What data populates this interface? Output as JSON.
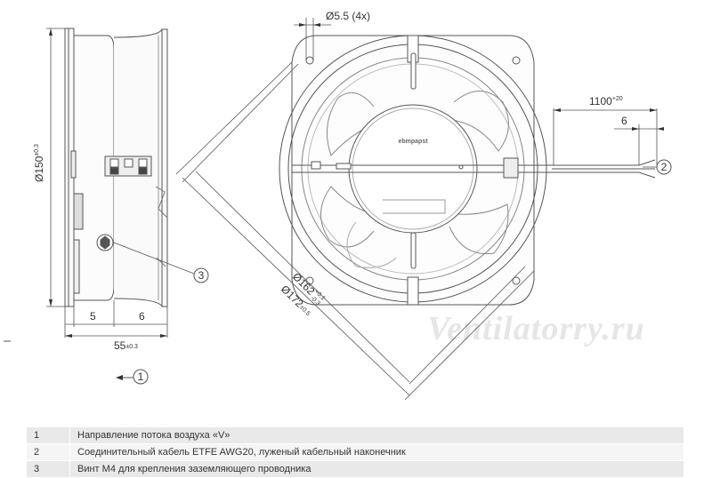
{
  "dimensions": {
    "dia150": "Ø150",
    "dia150_tol": "±0.3",
    "len5": "5",
    "len6": "6",
    "len55": "55",
    "len55_tol": "±0.3",
    "hole": "Ø5.5 (4x)",
    "cable": "1100",
    "cable_tol": "+20",
    "strip6": "6",
    "dia162": "Ø162",
    "dia162_tol_upper": "+0.1",
    "dia162_tol_lower": "-0.3",
    "dia172": "Ø172",
    "dia172_tol": "±0.5"
  },
  "callouts": {
    "c1": "1",
    "c2": "2",
    "c3": "3"
  },
  "hub_label": "ebmpapst",
  "watermark": "Ventilatorry.ru",
  "legend": [
    {
      "num": "1",
      "text": "Направление потока воздуха «V»"
    },
    {
      "num": "2",
      "text": "Соединительный кабель ETFE AWG20, луженый кабельный наконечник"
    },
    {
      "num": "3",
      "text": "Винт M4 для крепления заземляющего проводника"
    }
  ]
}
